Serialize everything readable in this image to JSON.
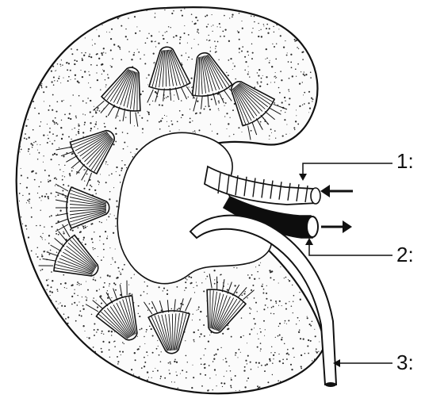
{
  "diagram": {
    "subject": "kidney-longitudinal-section",
    "labels": [
      {
        "id": "1",
        "text": "1:"
      },
      {
        "id": "2",
        "text": "2:"
      },
      {
        "id": "3",
        "text": "3:"
      }
    ],
    "colors": {
      "ink": "#111111",
      "paper": "#ffffff",
      "stipple": "#2a2a2a",
      "vessel_dark": "#0d0d0d"
    },
    "flow_arrows": [
      {
        "vessel": "upper",
        "direction": "inward"
      },
      {
        "vessel": "lower",
        "direction": "outward"
      }
    ]
  }
}
